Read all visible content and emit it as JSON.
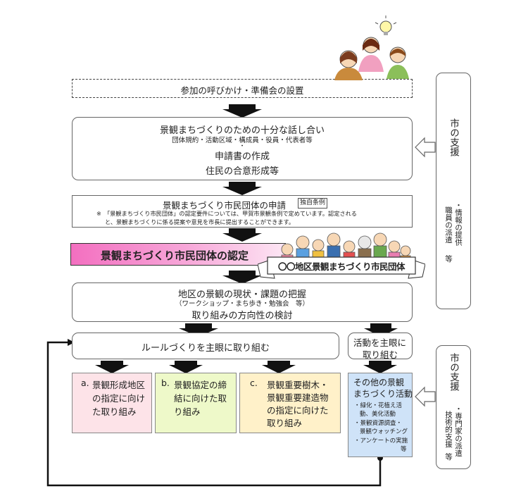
{
  "step1": "参加の呼びかけ・準備会の設置",
  "step2": {
    "title": "景観まちづくりのための十分な話し合い",
    "detail": "団体規約・活動区域・構成員・役員・代表者等",
    "dot": "・",
    "line2": "申請書の作成",
    "line3": "住民の合意形成等"
  },
  "step3": {
    "title": "景観まちづくり市民団体の申請",
    "badge": "独自条例",
    "note_line1": "※　「景観まちづくり市民団体」の認定要件については、甲賀市景観条例で定めています。認定される",
    "note_line2": "と、景観まちづくりに係る提案や意見を市長に提出することができます。"
  },
  "step4": {
    "title": "景観まちづくり市民団体の認定"
  },
  "banner": "〇〇地区景観まちづくり市民団体",
  "step5": {
    "title": "地区の景観の現状・課題の把握",
    "sub": "（ワークショップ・まち歩き・勉強会　等）",
    "line2": "取り組みの方向性の検討"
  },
  "rule": "ルールづくりを主眼に取り組む",
  "activity": {
    "line1": "活動を主眼に",
    "line2": "取り組む"
  },
  "option_a": {
    "mark": "a.",
    "lines": [
      "景観形成地区",
      "の指定に向け",
      "た取り組み"
    ]
  },
  "option_b": {
    "mark": "b.",
    "lines": [
      "景観協定の締",
      "結に向けた取",
      "り組み"
    ]
  },
  "option_c": {
    "mark": "c.",
    "lines": [
      "景観重要樹木・",
      "景観重要建造物",
      "の指定に向けた",
      "取り組み"
    ]
  },
  "option_d": {
    "lines": [
      "その他の景観",
      "まちづくり活動"
    ],
    "items": [
      "・緑化・花植え活",
      "動、美化活動",
      "・景観資源調査・",
      "景観ウォッチング",
      "・アンケートの実施",
      "等"
    ]
  },
  "support1": {
    "title": "市の支援",
    "lines": [
      "・情報の提供",
      "職員の派遣",
      "等"
    ]
  },
  "support2": {
    "title": "市の支援",
    "lines": [
      "・専門家の派遣",
      "技術的支援",
      "等"
    ]
  },
  "colors": {
    "arrow": "#111111",
    "pink_band": "#f36fc0",
    "option_a": "#fde3e8",
    "option_b": "#eef9c9",
    "option_c": "#fff1c9",
    "option_d": "#cfe3f8"
  }
}
